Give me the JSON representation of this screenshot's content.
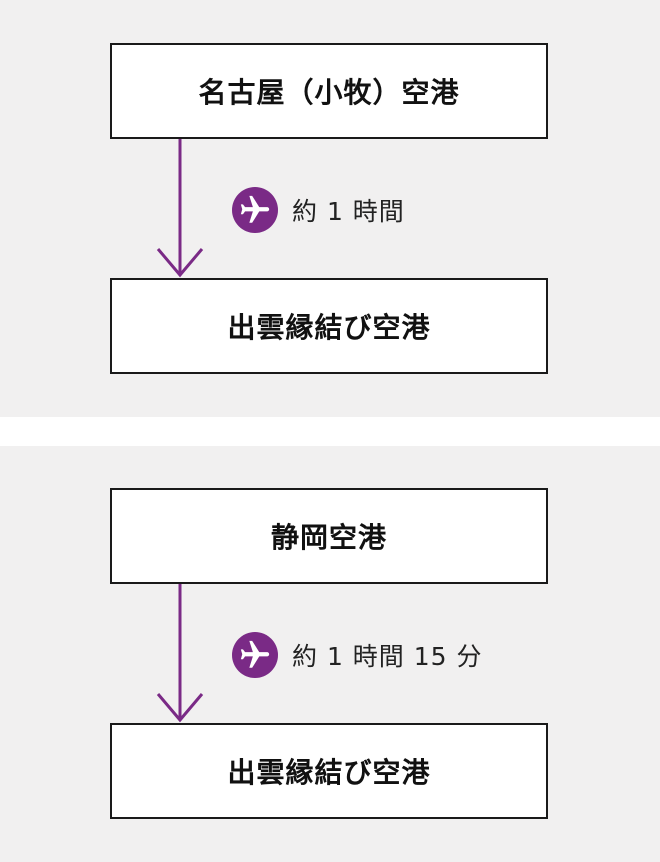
{
  "accent_color": "#7a2a86",
  "routes": [
    {
      "from": "名古屋（小牧）空港",
      "duration": "約 1 時間",
      "to": "出雲縁結び空港",
      "icon": "airplane-icon"
    },
    {
      "from": "静岡空港",
      "duration": "約 1 時間 15 分",
      "to": "出雲縁結び空港",
      "icon": "airplane-icon"
    }
  ]
}
